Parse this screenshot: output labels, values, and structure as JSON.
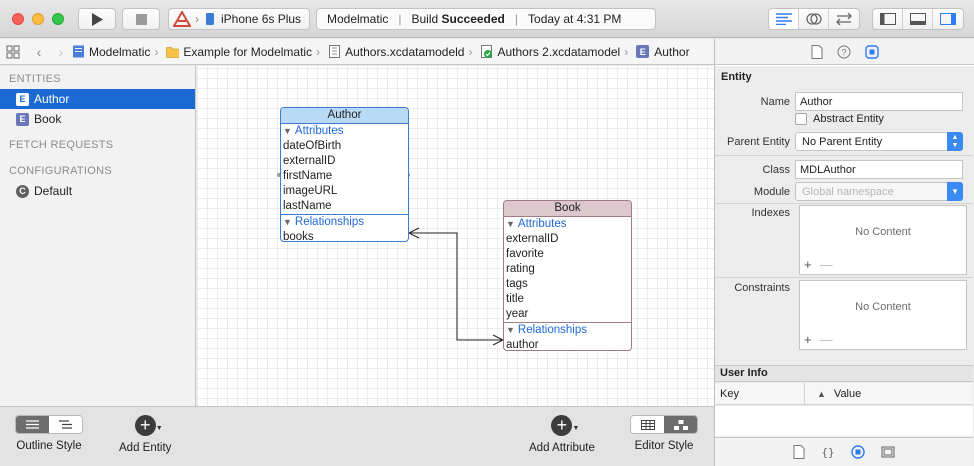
{
  "toolbar": {
    "scheme_target": "iPhone 6s Plus",
    "status_project": "Modelmatic",
    "status_prefix": "Build",
    "status_result": "Succeeded",
    "status_time": "Today at 4:31 PM"
  },
  "jumpbar": {
    "crumbs": [
      "Modelmatic",
      "Example for Modelmatic",
      "Authors.xcdatamodeld",
      "Authors 2.xcdatamodel",
      "Author"
    ]
  },
  "outline": {
    "entities_header": "ENTITIES",
    "entities": [
      "Author",
      "Book"
    ],
    "fetch_header": "FETCH REQUESTS",
    "config_header": "CONFIGURATIONS",
    "configurations": [
      "Default"
    ],
    "entity_badge": "E",
    "config_badge": "C"
  },
  "diagram": {
    "author": {
      "name": "Author",
      "attributes_label": "Attributes",
      "attributes": [
        "dateOfBirth",
        "externalID",
        "firstName",
        "imageURL",
        "lastName"
      ],
      "relationships_label": "Relationships",
      "relationships": [
        "books"
      ]
    },
    "book": {
      "name": "Book",
      "attributes_label": "Attributes",
      "attributes": [
        "externalID",
        "favorite",
        "rating",
        "tags",
        "title",
        "year"
      ],
      "relationships_label": "Relationships",
      "relationships": [
        "author"
      ]
    }
  },
  "inspector": {
    "title": "Entity",
    "name_label": "Name",
    "name_value": "Author",
    "abstract_label": "Abstract Entity",
    "parent_label": "Parent Entity",
    "parent_value": "No Parent Entity",
    "class_label": "Class",
    "class_value": "MDLAuthor",
    "module_label": "Module",
    "module_placeholder": "Global namespace",
    "indexes_label": "Indexes",
    "constraints_label": "Constraints",
    "no_content": "No Content",
    "user_info_label": "User Info",
    "key_col": "Key",
    "value_col": "Value",
    "plus": "+",
    "minus": "—"
  },
  "bottombar": {
    "outline_style": "Outline Style",
    "add_entity": "Add Entity",
    "add_attribute": "Add Attribute",
    "editor_style": "Editor Style"
  },
  "colors": {
    "selection": "#1b6ad3",
    "author_header": "#b8daf5",
    "book_header": "#dcc7cd",
    "section_blue": "#1f68d6"
  }
}
